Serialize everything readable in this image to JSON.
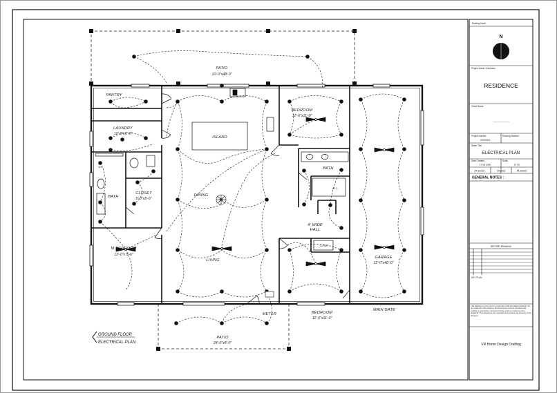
{
  "plan": {
    "title_line1": "GROUND FLOOR",
    "title_line2": "ELECTRICAL PLAN",
    "rooms": {
      "patio_top": "PATIO",
      "patio_top_dim": "10'-0\"x48'-0\"",
      "pantry": "PANTRY",
      "laundry": "LAUNDRY",
      "laundry_dim": "12'-0\"x6'-6\"",
      "island": "ISLAND",
      "bedroom1": "BEDROOM",
      "bedroom1_dim": "12'-6\"x11'-0\"",
      "bath1": "BATH",
      "wc": "W.C.",
      "bath2": "BATH",
      "closet": "CLOSET",
      "closet_dim": "5'-0\"x5'-6\"",
      "dining": "DINING",
      "wic": "W.I.C.",
      "wide_hall_1": "4' WIDE",
      "wide_hall_2": "HALL",
      "mbedroom": "M.BEDROOM",
      "mbedroom_dim": "12'-0\"x 5'-6\"",
      "living": "LIVING",
      "closet2": "CLOSET",
      "garage": "GARAGE",
      "garage_dim": "12'-0\"x40'-0\"",
      "meter": "METER",
      "bedroom2": "BEDROOM",
      "bedroom2_dim": "12'-6\"x11'-0\"",
      "main_gate": "MAIN GATE",
      "patio_bottom": "PATIO",
      "patio_bottom_dim": "24'-0\"x8'-0\""
    }
  },
  "title_block": {
    "north_label": "Building North",
    "north_letter": "N",
    "project_name_label": "Project Name & Address",
    "project_name": "RESIDENCE",
    "client_label": "Client Name",
    "client_value": "------------------",
    "project_number_label": "Project number",
    "project_number": "20290204",
    "drawing_number_label": "Drawing Number",
    "sheet_title_label": "Sheet Title",
    "sheet_title": "ELECTRICAL PLAN",
    "date_label": "Date Created",
    "date_value": "17-03-2026",
    "scale_label": "Scale",
    "scale_value": "N.T.S",
    "drawn_label": "Drawn",
    "drawn_value": "Ali Sardari",
    "checked_label": "Checked",
    "checked_value": "Ali Sardari",
    "general_notes": "GENERAL NOTES :",
    "record_drawing": "RECORD DRAWING",
    "key_plan": "KEY PLAN",
    "disclaimer": "This drawing is to be used in conjunction with all related drawings. Do not scale from this drawing. All dimensions must be checked and verified on site before commencing any work or producing shop drawings. This drawing is the copyright and remains the property of the designer.",
    "company": "VR Home Design Drafting"
  }
}
